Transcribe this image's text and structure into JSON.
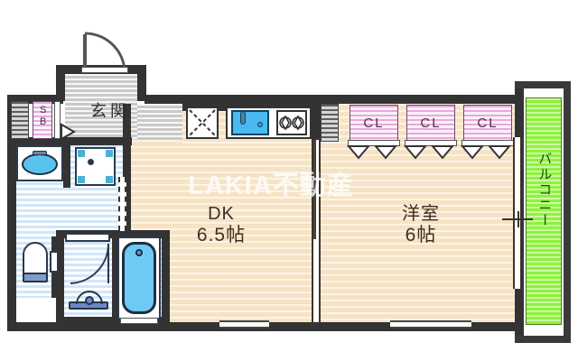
{
  "plan": {
    "watermark": "LAKIA不動産",
    "colors": {
      "wall": "#333333",
      "floor_wood": "#f6e3c4",
      "floor_wet": "#cfe6fa",
      "closet": "#e9a8dd",
      "balcony": "#8ef23c",
      "genkan": "#c9c9c9",
      "water": "#59c3f0"
    },
    "rooms": [
      {
        "id": "dk",
        "name": "DK",
        "size": "6.5帖"
      },
      {
        "id": "bedroom",
        "name": "洋室",
        "size": "6帖"
      }
    ],
    "areas": {
      "genkan": "玄関",
      "balcony": "バルコニー",
      "shoe_box": "SB"
    },
    "closets": [
      {
        "label": "CL"
      },
      {
        "label": "CL"
      },
      {
        "label": "CL"
      }
    ],
    "fixtures": [
      {
        "name": "entrance-door"
      },
      {
        "name": "shoe-box"
      },
      {
        "name": "wash-basin"
      },
      {
        "name": "washing-machine-space"
      },
      {
        "name": "toilet"
      },
      {
        "name": "bathtub"
      },
      {
        "name": "shower"
      },
      {
        "name": "kitchen-sink"
      },
      {
        "name": "gas-stove"
      },
      {
        "name": "refrigerator-space"
      },
      {
        "name": "pipe-shaft"
      },
      {
        "name": "balcony-sliding-door"
      }
    ]
  }
}
